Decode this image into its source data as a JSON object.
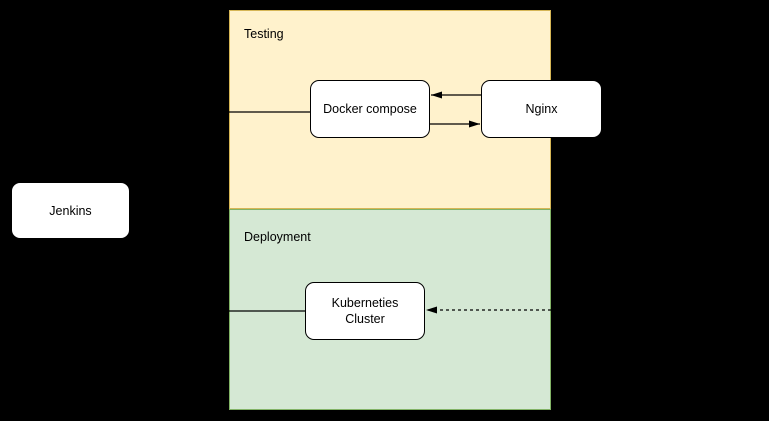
{
  "diagram": {
    "containers": {
      "testing": {
        "label": "Testing",
        "fill": "#fff2cc",
        "border": "#d6b656"
      },
      "deployment": {
        "label": "Deployment",
        "fill": "#d5e8d4",
        "border": "#82b366"
      }
    },
    "nodes": {
      "jenkins": {
        "label": "Jenkins"
      },
      "docker_compose": {
        "label": "Docker compose"
      },
      "nginx": {
        "label": "Nginx"
      },
      "kubernetes_cluster": {
        "label_line1": "Kuberneties",
        "label_line2": "Cluster"
      }
    },
    "edges": [
      {
        "from": "jenkins",
        "to": "docker_compose",
        "style": "solid",
        "arrowhead": "none"
      },
      {
        "from": "nginx",
        "to": "docker_compose",
        "style": "solid",
        "arrowhead": "target"
      },
      {
        "from": "docker_compose",
        "to": "nginx",
        "style": "solid",
        "arrowhead": "target"
      },
      {
        "from": "jenkins",
        "to": "kubernetes_cluster",
        "style": "solid",
        "arrowhead": "none"
      },
      {
        "from": "container-right-edge",
        "to": "kubernetes_cluster",
        "style": "dashed",
        "arrowhead": "target"
      }
    ],
    "colors": {
      "background": "#000000",
      "node_fill": "#ffffff",
      "node_border": "#000000",
      "connector": "#000000"
    }
  }
}
